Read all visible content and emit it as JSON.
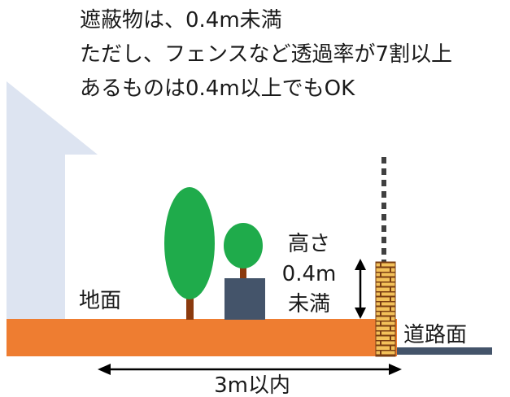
{
  "notes": {
    "line1": "遮蔽物は、0.4m未満",
    "line2": "ただし、フェンスなど透過率が7割以上",
    "line3": "あるものは0.4m以上でもOK"
  },
  "labels": {
    "ground": "地面",
    "road": "道路面",
    "height_line1": "高さ",
    "height_line2": "0.4m",
    "height_line3": "未満",
    "distance": "3m以内"
  },
  "colors": {
    "house": "#dde4f1",
    "ground": "#ee7d31",
    "road": "#44546a",
    "tree": "#1fab4b",
    "trunk": "#8b3a0e",
    "planter": "#44546a",
    "brick": "#f3c15a",
    "brick_line": "#7a3d12",
    "fence": "#404040"
  }
}
